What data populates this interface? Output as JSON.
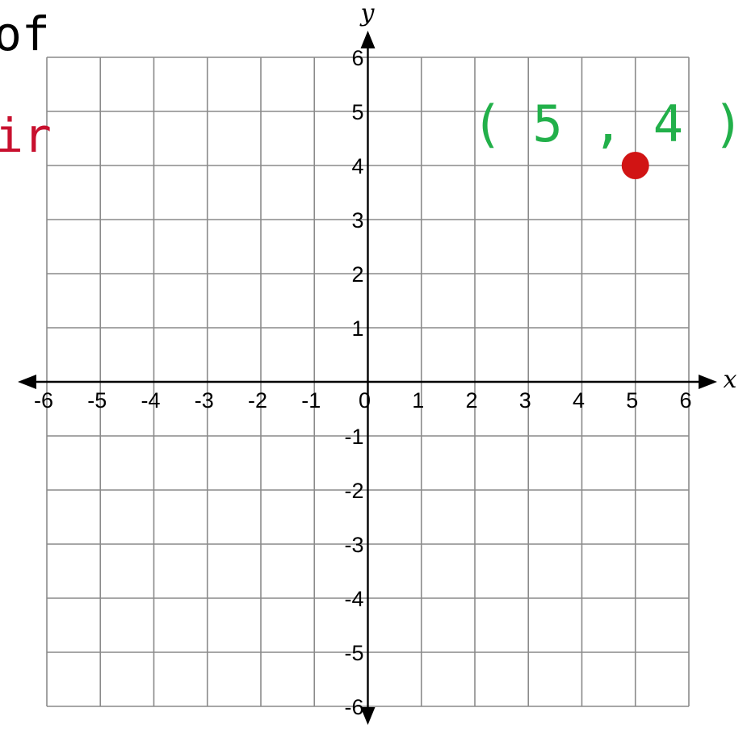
{
  "chart_data": {
    "type": "scatter",
    "title": "",
    "xlabel": "x",
    "ylabel": "y",
    "xlim": [
      -6,
      6
    ],
    "ylim": [
      -6,
      6
    ],
    "grid": true,
    "x_ticks": [
      "-6",
      "-5",
      "-4",
      "-3",
      "-2",
      "-1",
      "0",
      "1",
      "2",
      "3",
      "4",
      "5",
      "6"
    ],
    "y_ticks": [
      "6",
      "5",
      "4",
      "3",
      "2",
      "1",
      "-1",
      "-2",
      "-3",
      "-4",
      "-5",
      "-6"
    ],
    "points": [
      {
        "x": 5,
        "y": 4,
        "label": "( 5 , 4 )",
        "color": "#d11414"
      }
    ],
    "annotation_color": "#22b04a"
  },
  "cropped_text": [
    {
      "text": "of",
      "color": "#000000"
    },
    {
      "text": "ir",
      "color": "#c8102e"
    }
  ]
}
